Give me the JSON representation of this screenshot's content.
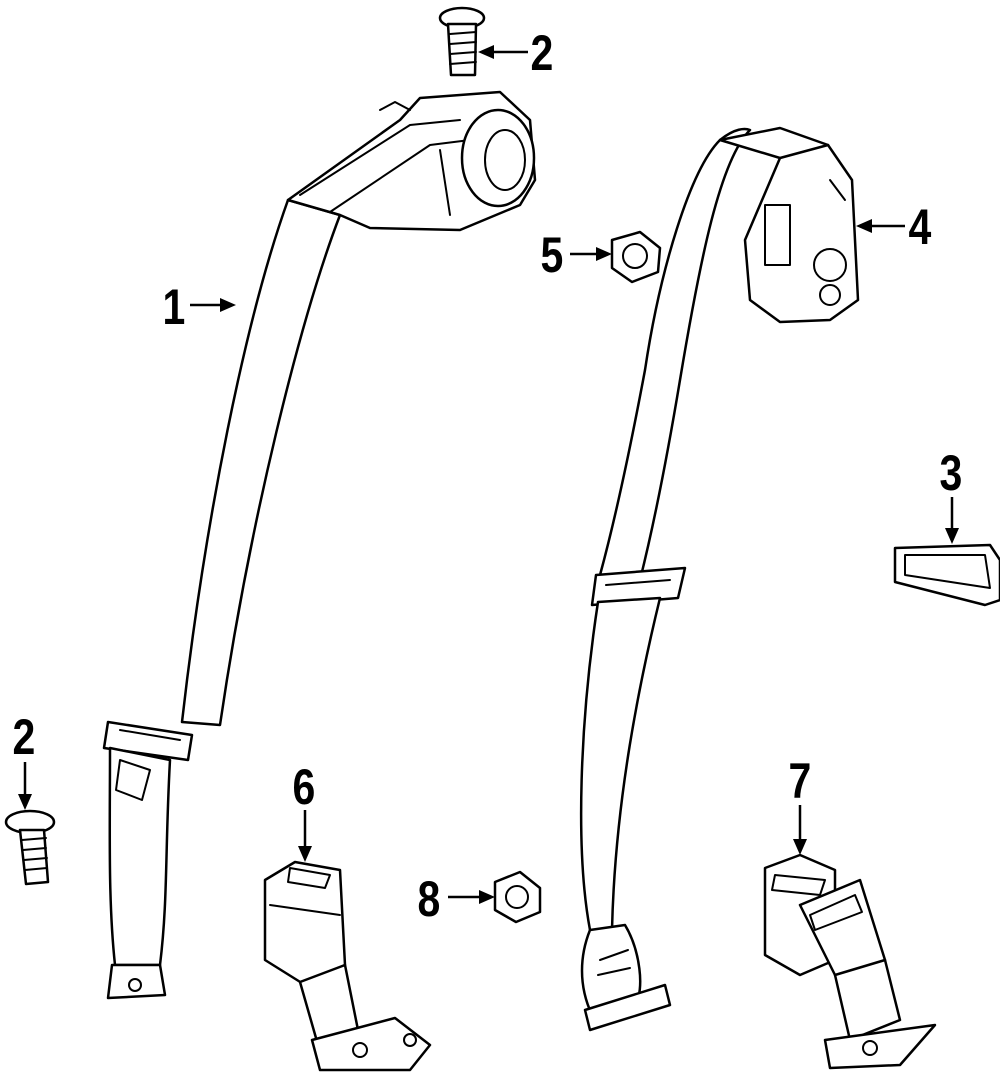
{
  "diagram": {
    "callouts": [
      {
        "id": "belt-left",
        "label": "1"
      },
      {
        "id": "bolt-top",
        "label": "2"
      },
      {
        "id": "bolt-left",
        "label": "2"
      },
      {
        "id": "trim-bezel",
        "label": "3"
      },
      {
        "id": "retractor-right",
        "label": "4"
      },
      {
        "id": "nut-upper",
        "label": "5"
      },
      {
        "id": "buckle-left",
        "label": "6"
      },
      {
        "id": "buckle-right",
        "label": "7"
      },
      {
        "id": "nut-lower",
        "label": "8"
      }
    ]
  }
}
